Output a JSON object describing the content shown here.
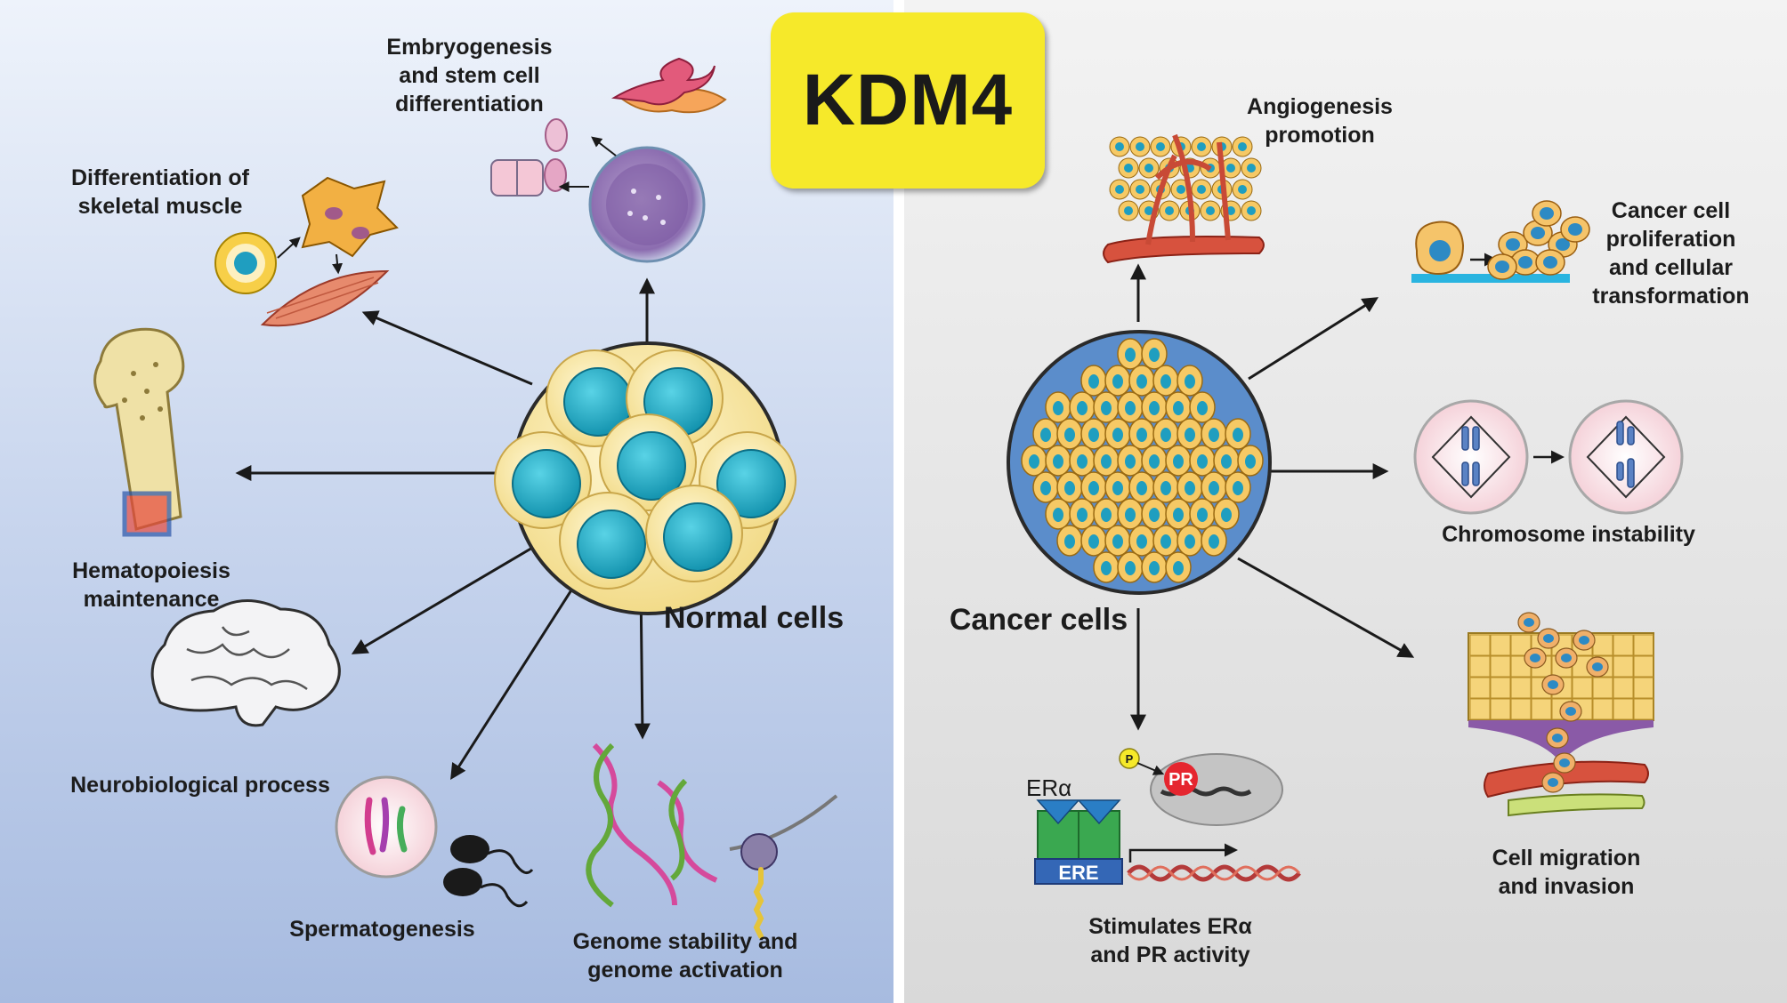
{
  "title": "KDM4",
  "normal": {
    "center_label": "Normal cells",
    "labels": {
      "embryogenesis": "Embryogenesis\nand stem cell\ndifferentiation",
      "skeletal_muscle": "Differentiation of\nskeletal muscle",
      "hematopoiesis": "Hematopoiesis\nmaintenance",
      "neuro": "Neurobiological process",
      "spermatogenesis": "Spermatogenesis",
      "genome": "Genome stability and\ngenome activation"
    }
  },
  "cancer": {
    "center_label": "Cancer cells",
    "labels": {
      "angiogenesis": "Angiogenesis\npromotion",
      "proliferation": "Cancer cell\nproliferation\nand cellular\ntransformation",
      "chromosome": "Chromosome instability",
      "migration": "Cell migration\nand invasion",
      "er_pr": "Stimulates ERα\nand PR activity"
    },
    "er_label": "ERα",
    "ere_label": "ERE",
    "pr_label": "PR",
    "p_label": "P"
  },
  "colors": {
    "title_box": "#f6e92a",
    "nucleus": "#1fb1c9",
    "cell_yellow": "#f8e7a2",
    "cancer_bg_circle": "#5e8fcc",
    "er_green": "#3aa850",
    "ere_blue": "#3467b6",
    "pr_red": "#e5262f"
  }
}
